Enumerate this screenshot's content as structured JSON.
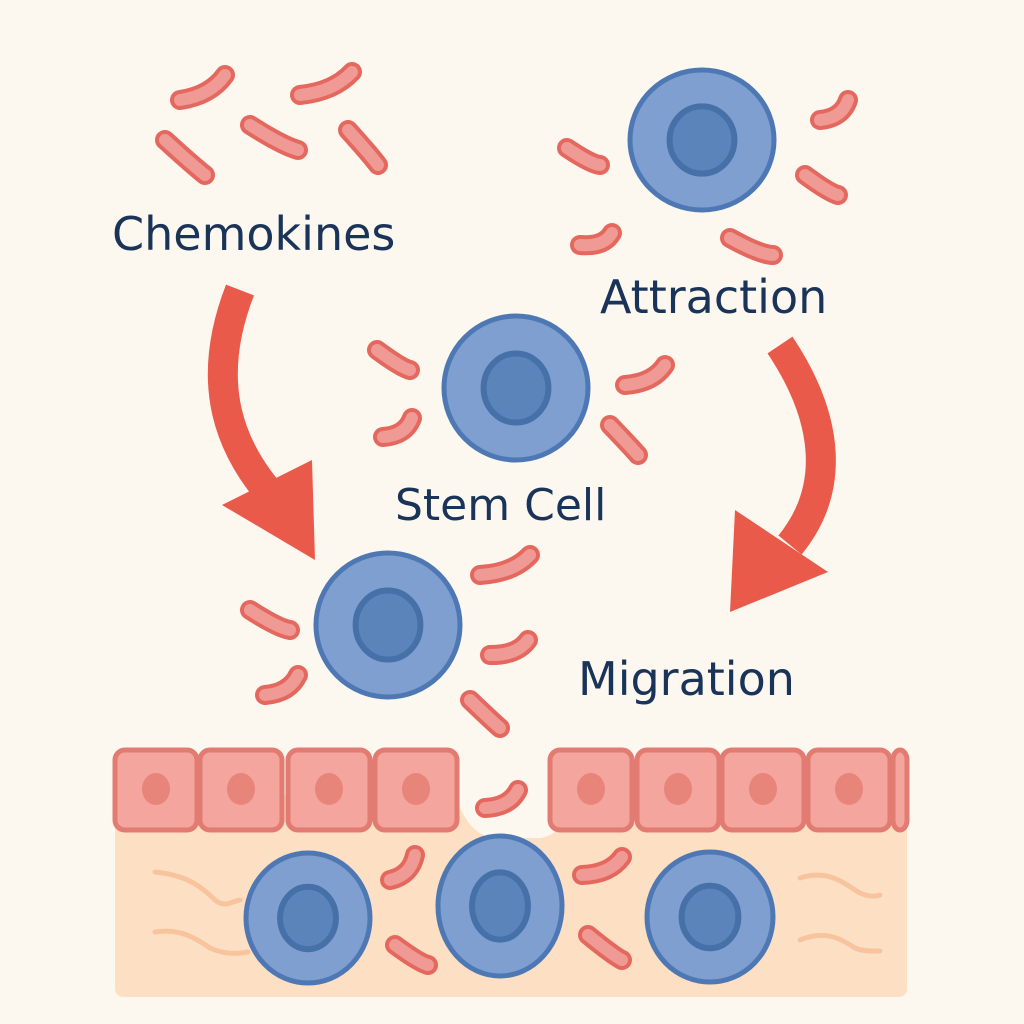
{
  "labels": {
    "chemokines": "Chemokines",
    "attraction": "Attraction",
    "stem_cell": "Stem Cell",
    "migration": "Migration"
  },
  "colors": {
    "background": "#fcf8f0",
    "text": "#1a3358",
    "arrow": "#ea5a4a",
    "chemokine_fill": "#ef9a94",
    "chemokine_stroke": "#e5685e",
    "cell_fill": "#7e9fcf",
    "cell_stroke": "#4e78b4",
    "nucleus_fill": "#4f79b0",
    "epithelium_fill": "#f4a59d",
    "epithelium_stroke": "#e27c72",
    "tissue_fill": "#fde0c4"
  }
}
